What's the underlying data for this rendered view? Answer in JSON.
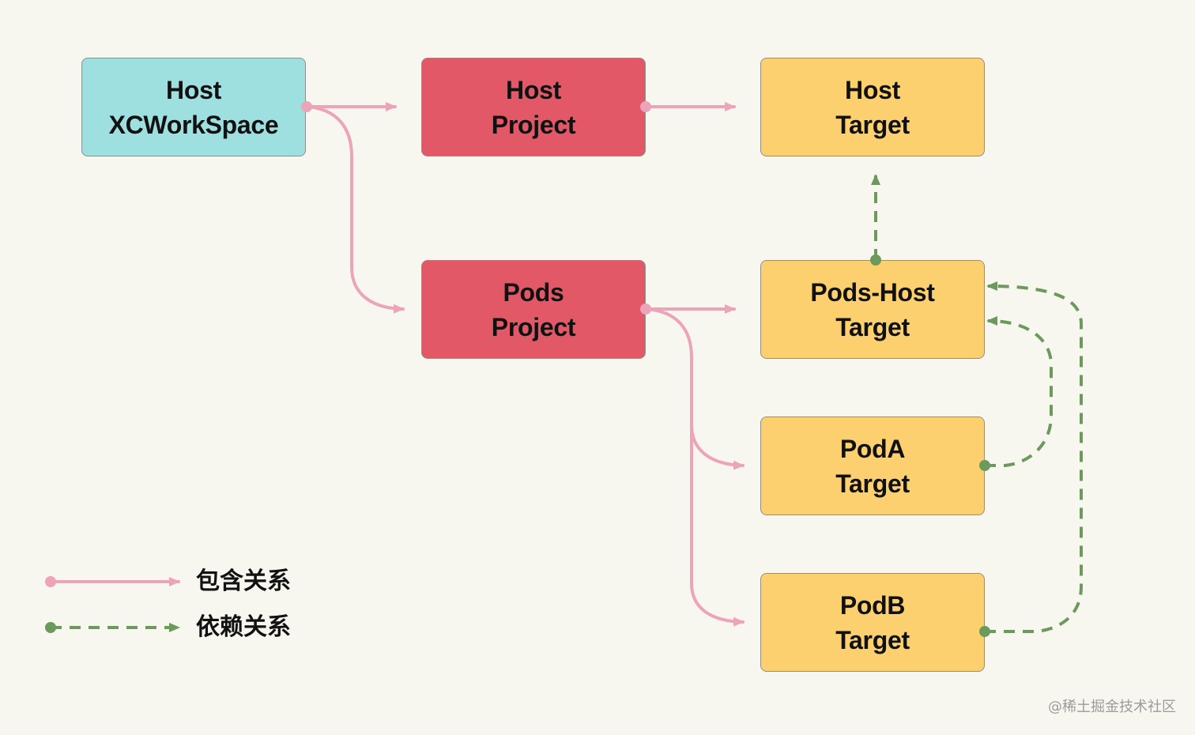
{
  "nodes": {
    "host_workspace": {
      "line1": "Host",
      "line2": "XCWorkSpace"
    },
    "host_project": {
      "line1": "Host",
      "line2": "Project"
    },
    "host_target": {
      "line1": "Host",
      "line2": "Target"
    },
    "pods_project": {
      "line1": "Pods",
      "line2": "Project"
    },
    "pods_host_target": {
      "line1": "Pods-Host",
      "line2": "Target"
    },
    "poda_target": {
      "line1": "PodA",
      "line2": "Target"
    },
    "podb_target": {
      "line1": "PodB",
      "line2": "Target"
    }
  },
  "legend": {
    "contains_label": "包含关系",
    "depends_label": "依赖关系"
  },
  "watermark": "@稀土掘金技术社区",
  "colors": {
    "background": "#f8f7ef",
    "workspace": "#9de0df",
    "project": "#e35867",
    "target": "#fdd06f",
    "contains": "#eba4b8",
    "depends": "#6b9a5c"
  }
}
